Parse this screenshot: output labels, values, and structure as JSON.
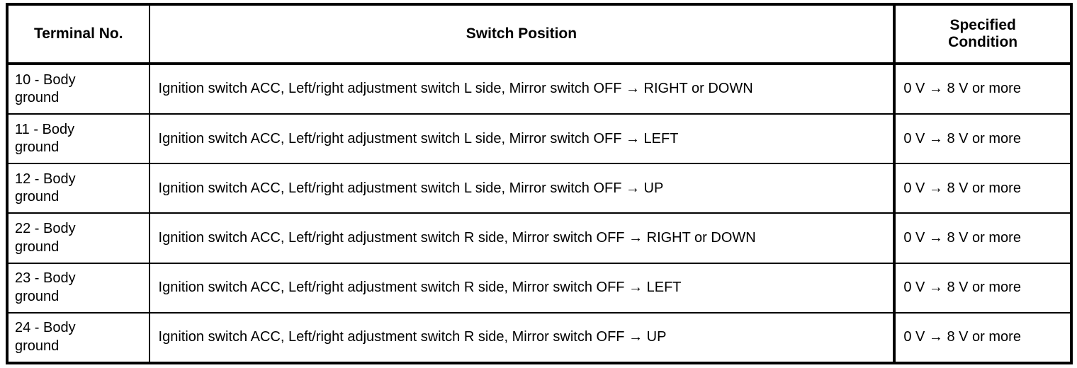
{
  "table": {
    "headers": {
      "terminal": "Terminal No.",
      "switch": "Switch Position",
      "condition_line1": "Specified",
      "condition_line2": "Condition"
    },
    "rows": [
      {
        "terminal_line1": "10 - Body",
        "terminal_line2": "ground",
        "switch_position": "Ignition switch ACC, Left/right adjustment switch L side, Mirror switch OFF → RIGHT or DOWN",
        "specified_condition": "0 V → 8 V or more"
      },
      {
        "terminal_line1": "11 - Body",
        "terminal_line2": "ground",
        "switch_position": "Ignition switch ACC, Left/right adjustment switch L side, Mirror switch OFF → LEFT",
        "specified_condition": "0 V → 8 V or more"
      },
      {
        "terminal_line1": "12 - Body",
        "terminal_line2": "ground",
        "switch_position": "Ignition switch ACC, Left/right adjustment switch L side, Mirror switch OFF → UP",
        "specified_condition": "0 V → 8 V or more"
      },
      {
        "terminal_line1": "22 - Body",
        "terminal_line2": "ground",
        "switch_position": "Ignition switch ACC, Left/right adjustment switch R side, Mirror switch OFF → RIGHT or DOWN",
        "specified_condition": "0 V → 8 V or more"
      },
      {
        "terminal_line1": "23 - Body",
        "terminal_line2": "ground",
        "switch_position": "Ignition switch ACC, Left/right adjustment switch R side, Mirror switch OFF → LEFT",
        "specified_condition": "0 V → 8 V or more"
      },
      {
        "terminal_line1": "24 - Body",
        "terminal_line2": "ground",
        "switch_position": "Ignition switch ACC, Left/right adjustment switch R side, Mirror switch OFF → UP",
        "specified_condition": "0 V → 8 V or more"
      }
    ]
  },
  "colors": {
    "text": "#000000",
    "background": "#ffffff",
    "border": "#000000"
  }
}
